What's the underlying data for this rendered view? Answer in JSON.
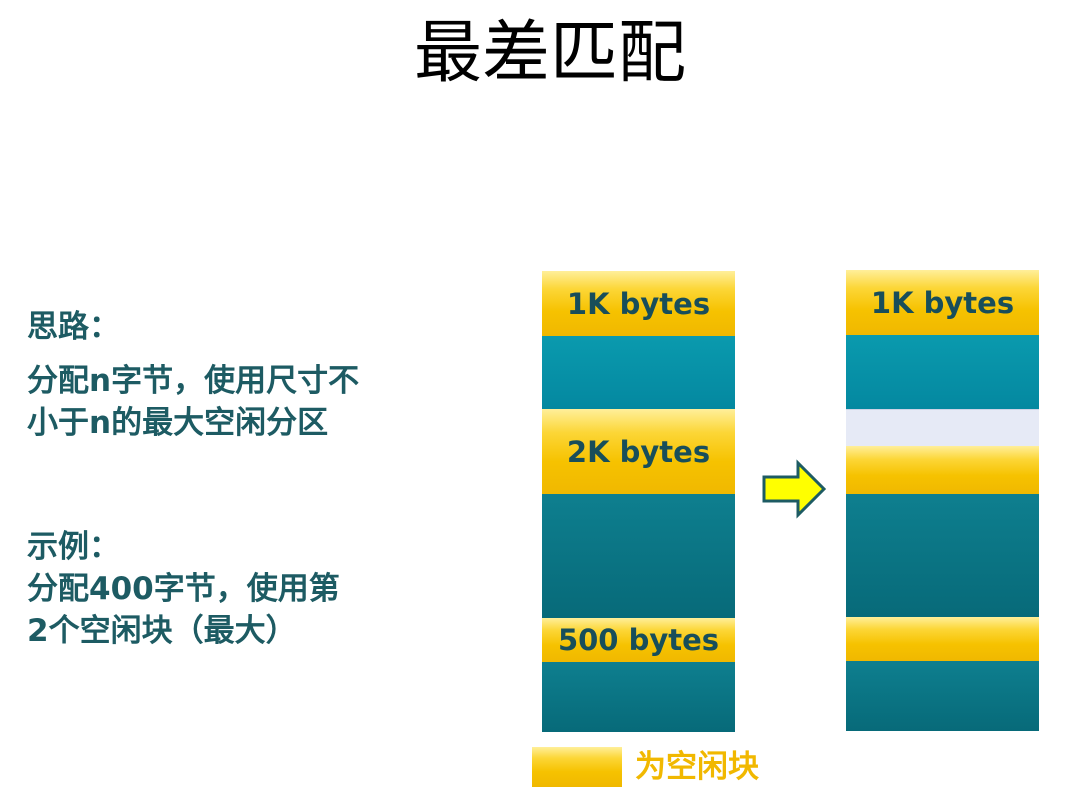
{
  "title": "最差匹配",
  "idea": {
    "heading": "思路：",
    "line1": "分配n字节，使用尺寸不",
    "line2": "小于n的最大空闲分区"
  },
  "example": {
    "heading": "示例：",
    "line1": "分配400字节，使用第",
    "line2": "2个空闲块（最大）"
  },
  "before": {
    "block1_label": "1K bytes",
    "block2_label": "2K bytes",
    "block3_label": "500 bytes"
  },
  "after": {
    "block1_label": "1K bytes"
  },
  "legend": {
    "label": "为空闲块"
  },
  "colors": {
    "free_block": "#f6c200",
    "used_block": "#0a7a8a",
    "allocated_block": "#e6eaf6",
    "arrow_fill": "#ffff00",
    "arrow_stroke": "#1d5b63",
    "text": "#1d5b63",
    "legend_text": "#f1b800"
  }
}
